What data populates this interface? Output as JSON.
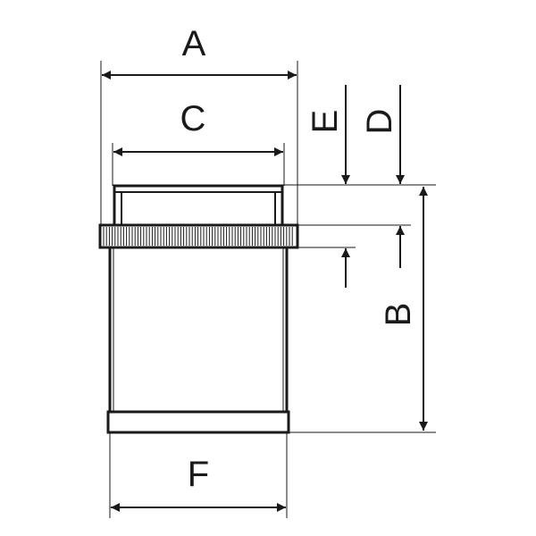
{
  "diagram": {
    "labels": {
      "a": "A",
      "b": "B",
      "c": "C",
      "d": "D",
      "e": "E",
      "f": "F"
    },
    "colors": {
      "line": "#1a1a1a",
      "background": "#ffffff"
    }
  }
}
